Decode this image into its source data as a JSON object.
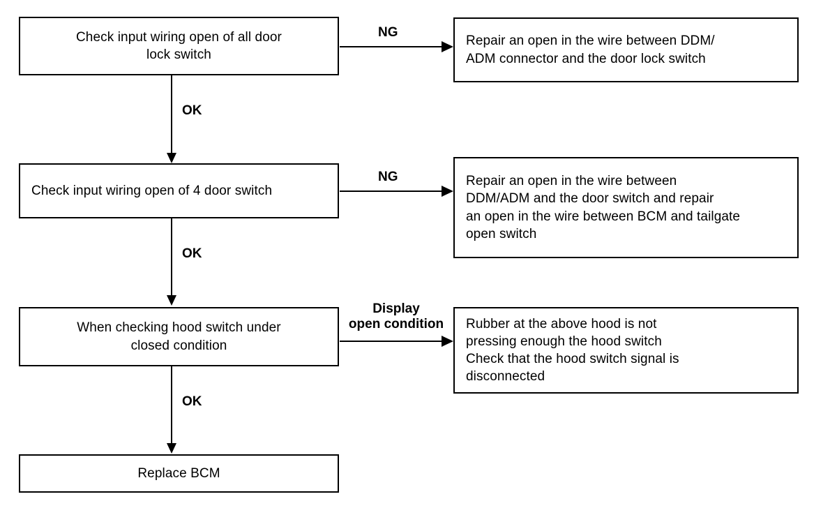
{
  "diagram": {
    "title": "Door lock / door switch diagnostic flowchart",
    "background_color": "#ffffff",
    "line_color": "#000000",
    "nodes": [
      {
        "id": "check-door-lock-switch",
        "text": "Check input wiring open of all door\nlock switch",
        "align": "center"
      },
      {
        "id": "repair-door-lock-switch-wire",
        "text": "Repair an open in the wire between DDM/\nADM connector and the door lock switch",
        "align": "left"
      },
      {
        "id": "check-4-door-switch",
        "text": "Check input wiring open of 4 door switch",
        "align": "left"
      },
      {
        "id": "repair-door-switch-wire",
        "text": "Repair an open in the wire between\nDDM/ADM and the door switch and repair\nan open in the wire between BCM and tailgate\nopen switch",
        "align": "left"
      },
      {
        "id": "check-hood-switch",
        "text": "When checking hood switch under\nclosed condition",
        "align": "center"
      },
      {
        "id": "hood-rubber-result",
        "text": "Rubber at the above hood is not\npressing enough the hood switch\nCheck that the hood switch signal is\ndisconnected",
        "align": "left"
      },
      {
        "id": "replace-bcm",
        "text": "Replace BCM",
        "align": "center"
      }
    ],
    "connectors": [
      {
        "id": "ng-1",
        "label": "NG",
        "direction": "horizontal"
      },
      {
        "id": "ok-1",
        "label": "OK",
        "direction": "vertical"
      },
      {
        "id": "ng-2",
        "label": "NG",
        "direction": "horizontal"
      },
      {
        "id": "ok-2",
        "label": "OK",
        "direction": "vertical"
      },
      {
        "id": "display-open-condition",
        "label": "Display\nopen condition",
        "direction": "horizontal"
      },
      {
        "id": "ok-3",
        "label": "OK",
        "direction": "vertical"
      }
    ]
  }
}
